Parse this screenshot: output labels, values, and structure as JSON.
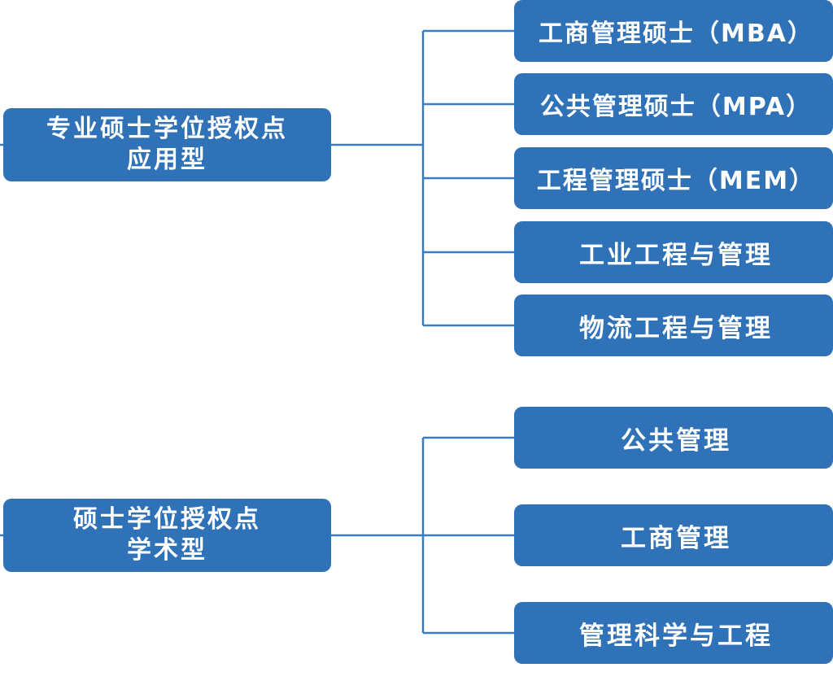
{
  "diagram": {
    "groups": [
      {
        "parent": {
          "line1": "专业硕士学位授权点",
          "line2": "应用型"
        },
        "children": [
          "工商管理硕士（MBA）",
          "公共管理硕士（MPA）",
          "工程管理硕士（MEM）",
          "工业工程与管理",
          "物流工程与管理"
        ]
      },
      {
        "parent": {
          "line1": "硕士学位授权点",
          "line2": "学术型"
        },
        "children": [
          "公共管理",
          "工商管理",
          "管理科学与工程"
        ]
      }
    ],
    "colors": {
      "node_fill": "#2f72b8",
      "connector": "#3a7cc4",
      "text": "#ffffff"
    }
  }
}
